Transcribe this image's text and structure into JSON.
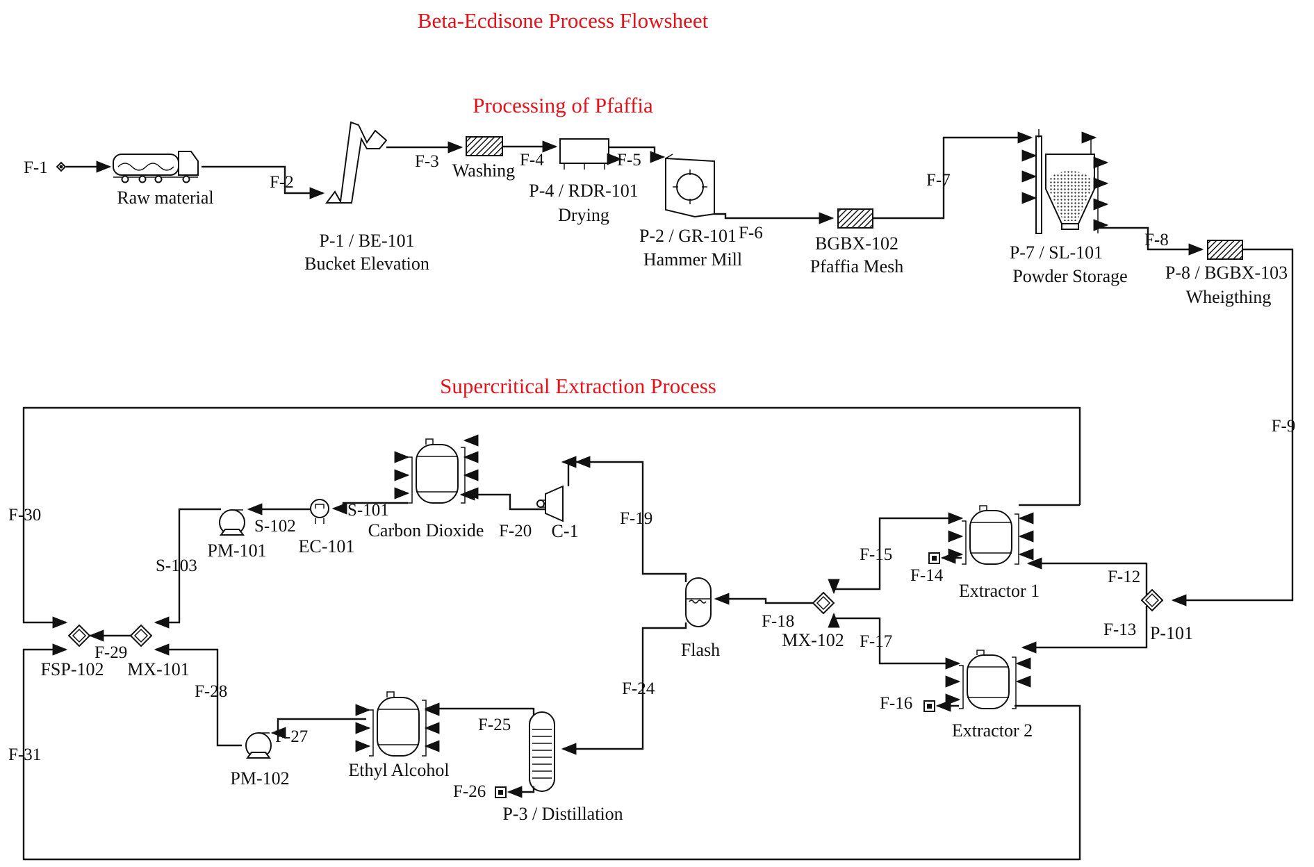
{
  "titles": {
    "main": "Beta-Ecdisone Process Flowsheet",
    "processing": "Processing of Pfaffia",
    "supercritical": "Supercritical Extraction Process"
  },
  "equipment": {
    "raw_material": "Raw material",
    "p1_tag": "P-1 / BE-101",
    "p1_name": "Bucket Elevation",
    "washing": "Washing",
    "p4_tag": "P-4 / RDR-101",
    "p4_name": "Drying",
    "p2_tag": "P-2 / GR-101",
    "p2_name": "Hammer Mill",
    "bgbx102_tag": "BGBX-102",
    "bgbx102_name": "Pfaffia Mesh",
    "p7_tag": "P-7 / SL-101",
    "p7_name": "Powder Storage",
    "p8_tag": "P-8 / BGBX-103",
    "p8_name": "Wheigthing",
    "carbon_dioxide": "Carbon Dioxide",
    "c1": "C-1",
    "pm101": "PM-101",
    "ec101": "EC-101",
    "flash": "Flash",
    "mx102": "MX-102",
    "extractor1": "Extractor 1",
    "extractor2": "Extractor 2",
    "p101": "P-101",
    "fsp102": "FSP-102",
    "mx101": "MX-101",
    "pm102": "PM-102",
    "ethyl_alcohol": "Ethyl Alcohol",
    "p3": "P-3 / Distillation"
  },
  "streams": {
    "f1": "F-1",
    "f2": "F-2",
    "f3": "F-3",
    "f4": "F-4",
    "f5": "F-5",
    "f6": "F-6",
    "f7": "F-7",
    "f8": "F-8",
    "f9": "F-9",
    "f12": "F-12",
    "f13": "F-13",
    "f14": "F-14",
    "f15": "F-15",
    "f16": "F-16",
    "f17": "F-17",
    "f18": "F-18",
    "f19": "F-19",
    "f20": "F-20",
    "f24": "F-24",
    "f25": "F-25",
    "f26": "F-26",
    "f27": "F-27",
    "f28": "F-28",
    "f29": "F-29",
    "f30": "F-30",
    "f31": "F-31",
    "s101": "S-101",
    "s102": "S-102",
    "s103": "S-103"
  },
  "colors": {
    "title_red": "#e3121b",
    "line": "#111111"
  }
}
